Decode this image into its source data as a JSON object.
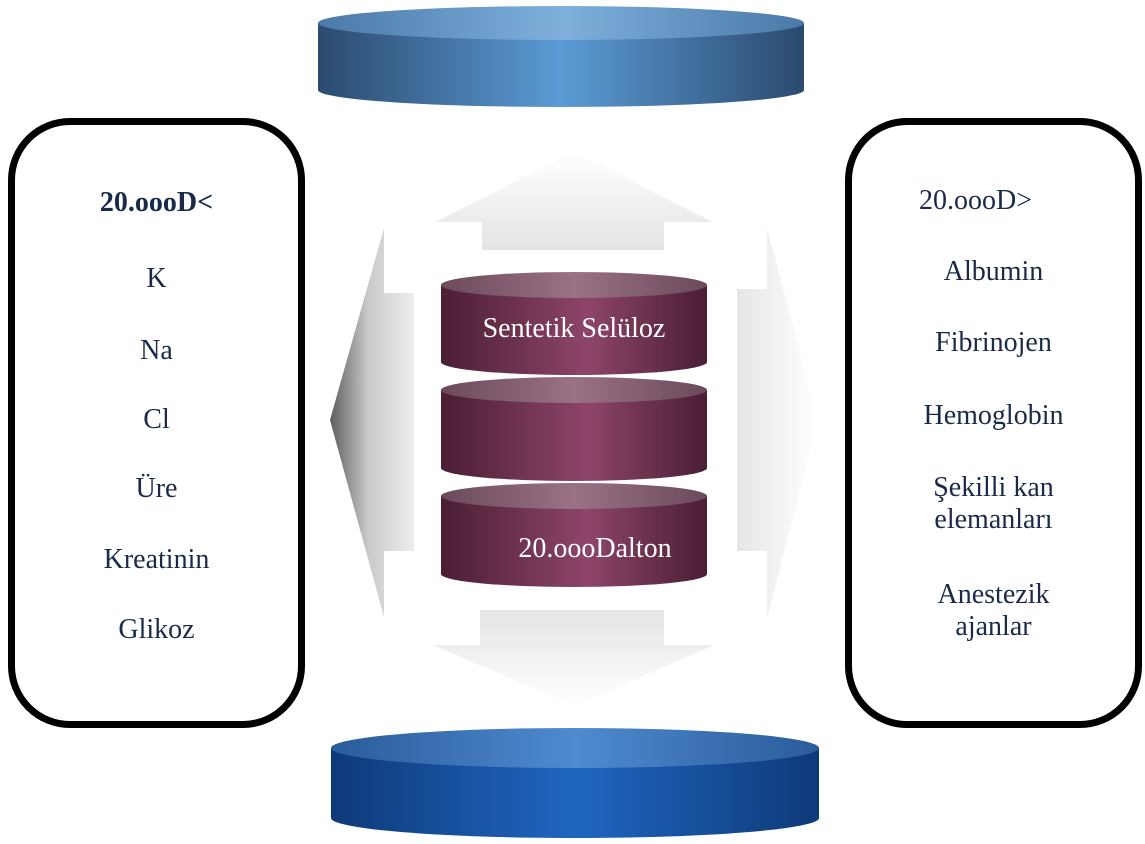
{
  "left_panel": {
    "heading": "20.oooD<",
    "items": [
      "K",
      "Na",
      "Cl",
      "Üre",
      "Kreatinin",
      "Glikoz"
    ]
  },
  "right_panel": {
    "heading": "20.oooD>",
    "items": [
      "Albumin",
      "Fibrinojen",
      "Hemoglobin",
      "Şekilli kan elemanları",
      "Anestezik ajanlar"
    ]
  },
  "center_stack": {
    "top_label": "Sentetik Selüloz",
    "bottom_label": "20.oooDalton"
  },
  "colors": {
    "disk_blue_light": "#5b9bd5",
    "disk_blue_dark": "#2a4e78",
    "stack_maroon": "#8b4368",
    "stack_maroon_dark": "#4d1f36",
    "text_navy": "#1a2a48"
  }
}
